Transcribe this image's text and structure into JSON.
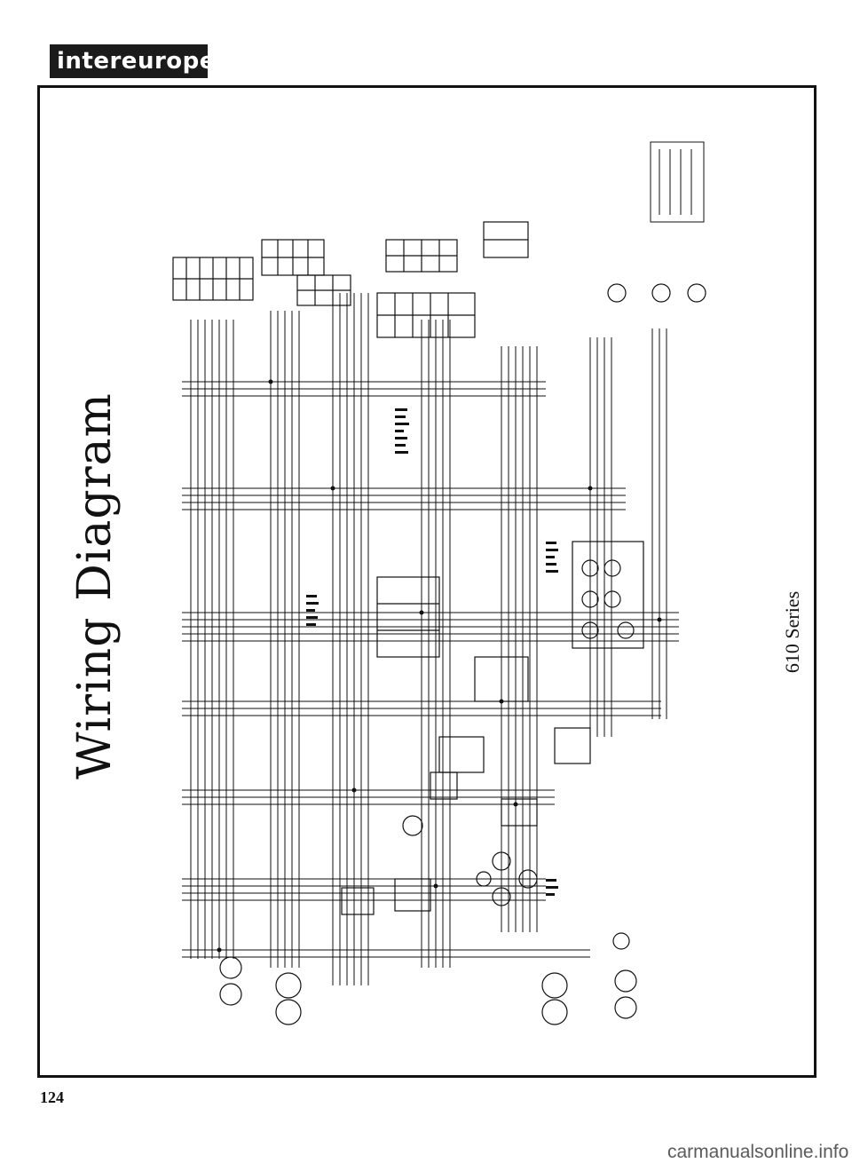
{
  "brand": {
    "logo_text": "intereurope"
  },
  "page": {
    "title": "Wiring Diagram",
    "series": "610 Series",
    "number": "124"
  },
  "watermark": {
    "text": "carmanualsonline.info"
  },
  "colors": {
    "ink": "#111111",
    "badge": "#1b1b1b",
    "watermark": "#5a5a5a"
  }
}
